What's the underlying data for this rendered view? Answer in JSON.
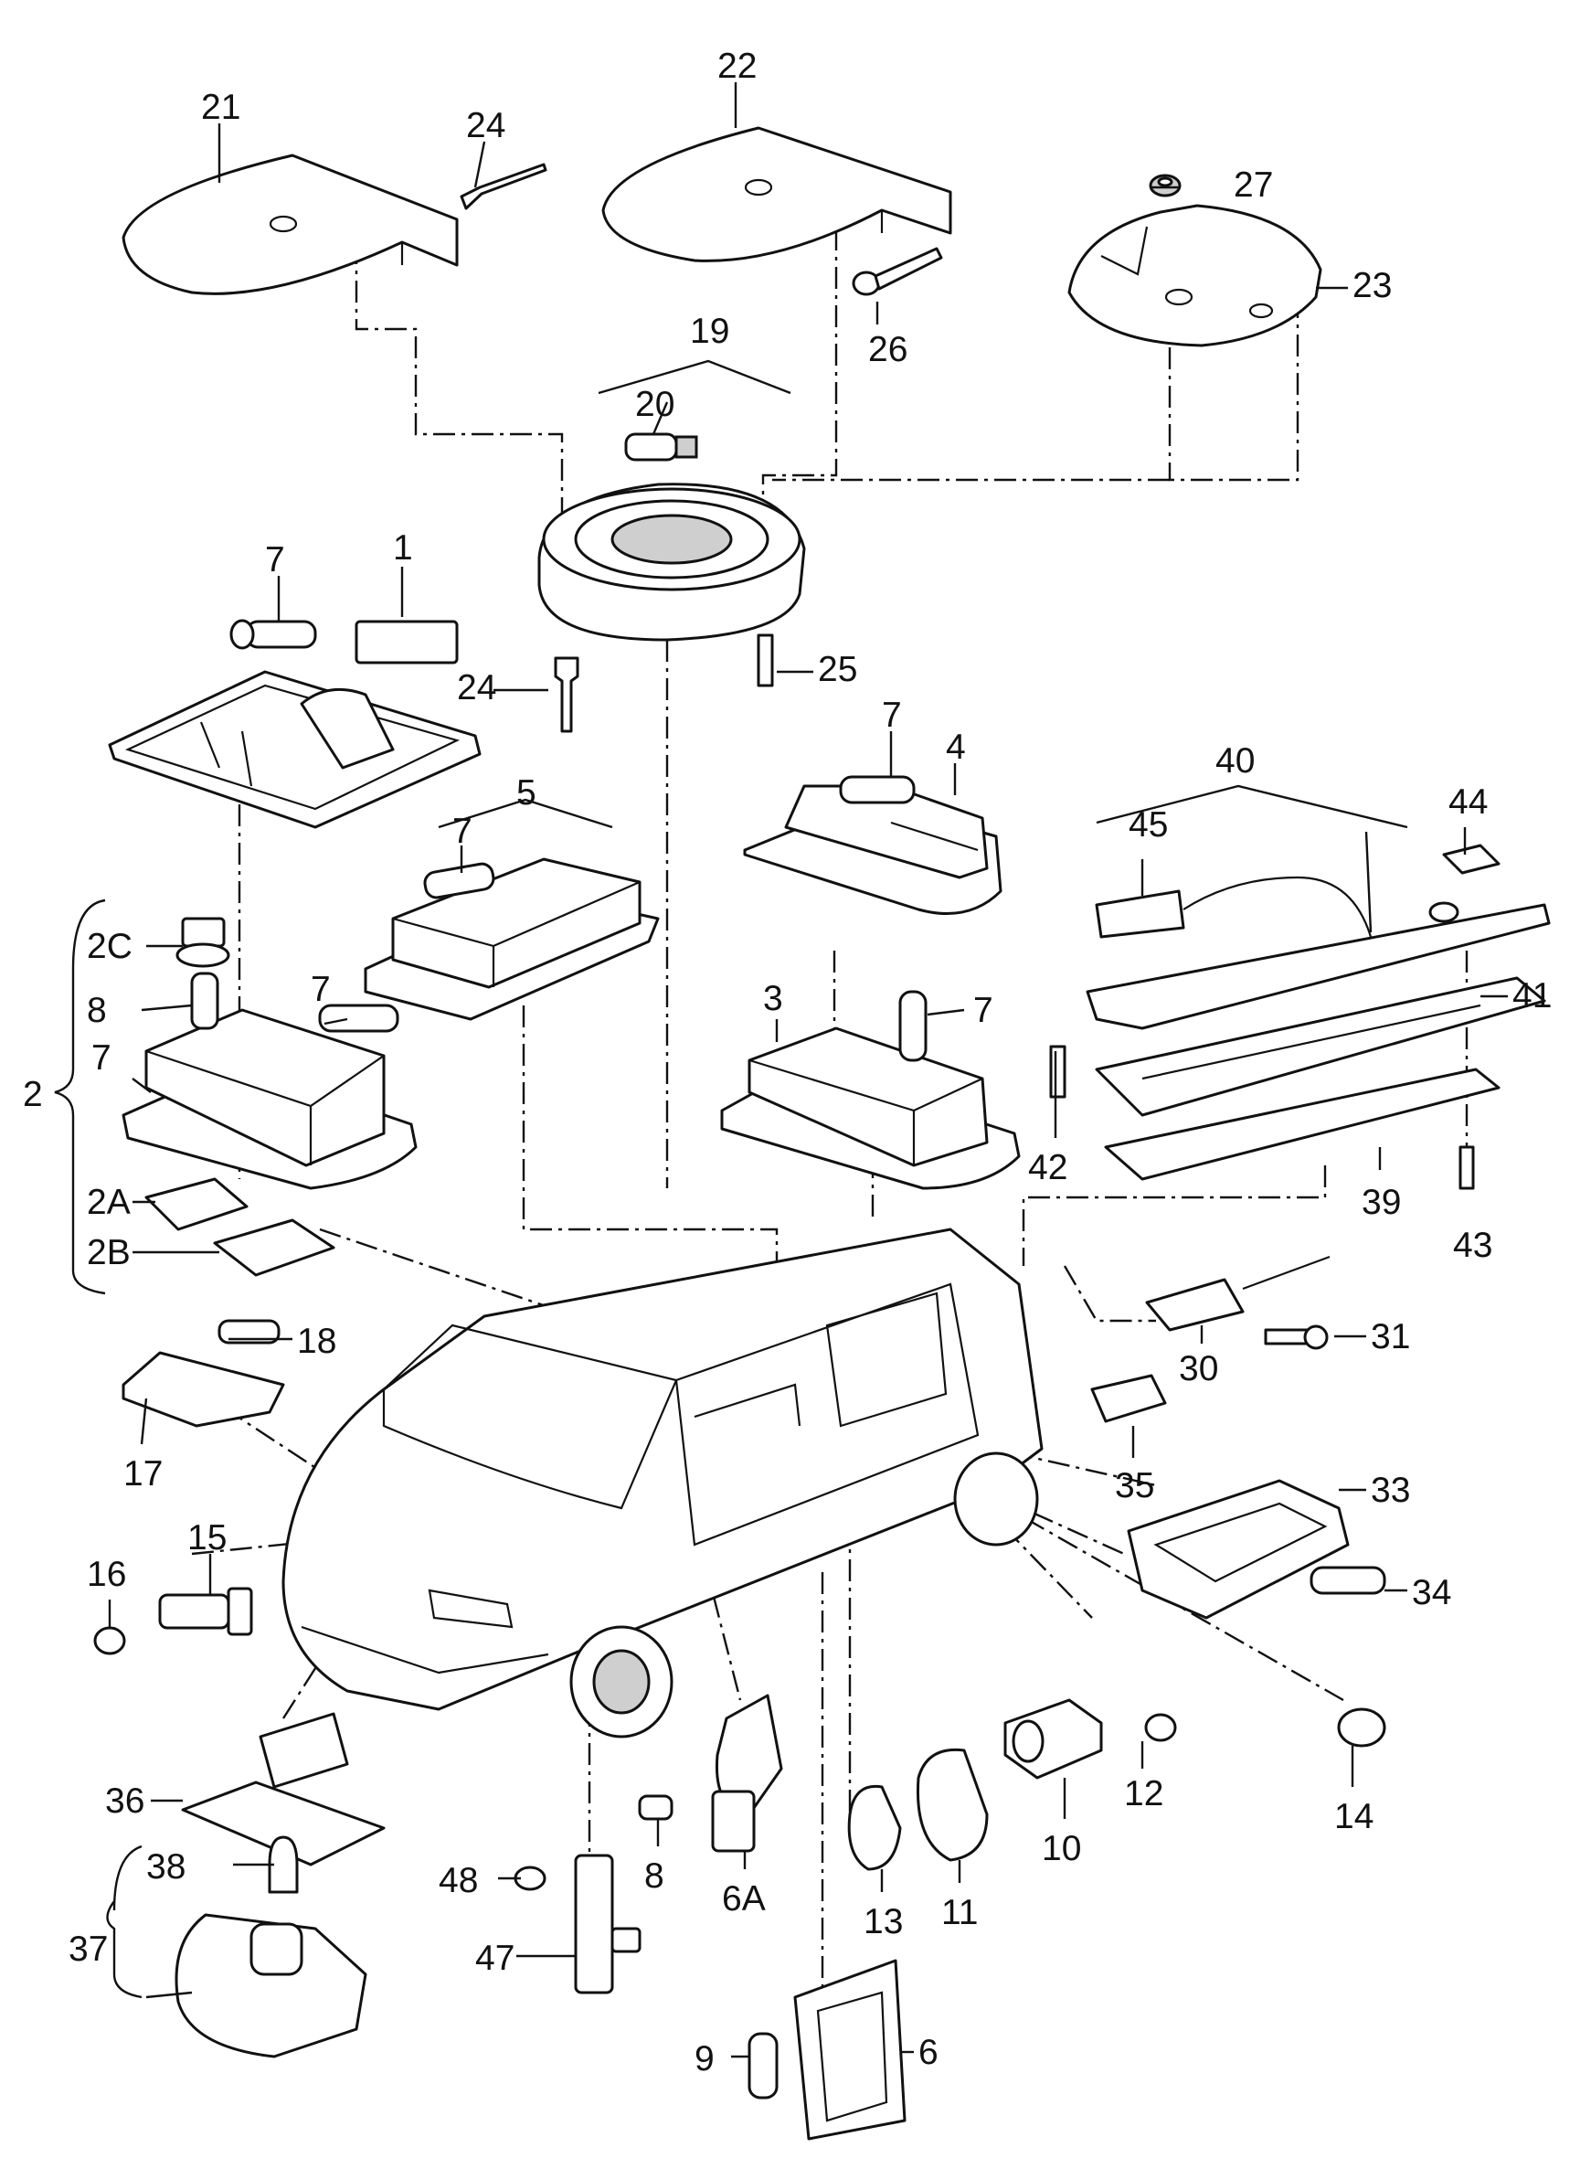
{
  "callouts": {
    "c1": "1",
    "c2": "2",
    "c2A": "2A",
    "c2B": "2B",
    "c2C": "2C",
    "c3": "3",
    "c4": "4",
    "c5": "5",
    "c6": "6",
    "c6A": "6A",
    "c7a": "7",
    "c7b": "7",
    "c7c": "7",
    "c7d": "7",
    "c7e": "7",
    "c7f": "7",
    "c8a": "8",
    "c8b": "8",
    "c9": "9",
    "c10": "10",
    "c11": "11",
    "c12": "12",
    "c13": "13",
    "c14": "14",
    "c15": "15",
    "c16": "16",
    "c17": "17",
    "c18": "18",
    "c19": "19",
    "c20": "20",
    "c21": "21",
    "c22": "22",
    "c23": "23",
    "c24a": "24",
    "c24b": "24",
    "c25": "25",
    "c26": "26",
    "c27": "27",
    "c30": "30",
    "c31": "31",
    "c33": "33",
    "c34": "34",
    "c35": "35",
    "c36": "36",
    "c37": "37",
    "c38": "38",
    "c39": "39",
    "c40": "40",
    "c41": "41",
    "c42": "42",
    "c43": "43",
    "c44": "44",
    "c45": "45",
    "c47": "47",
    "c48": "48"
  }
}
